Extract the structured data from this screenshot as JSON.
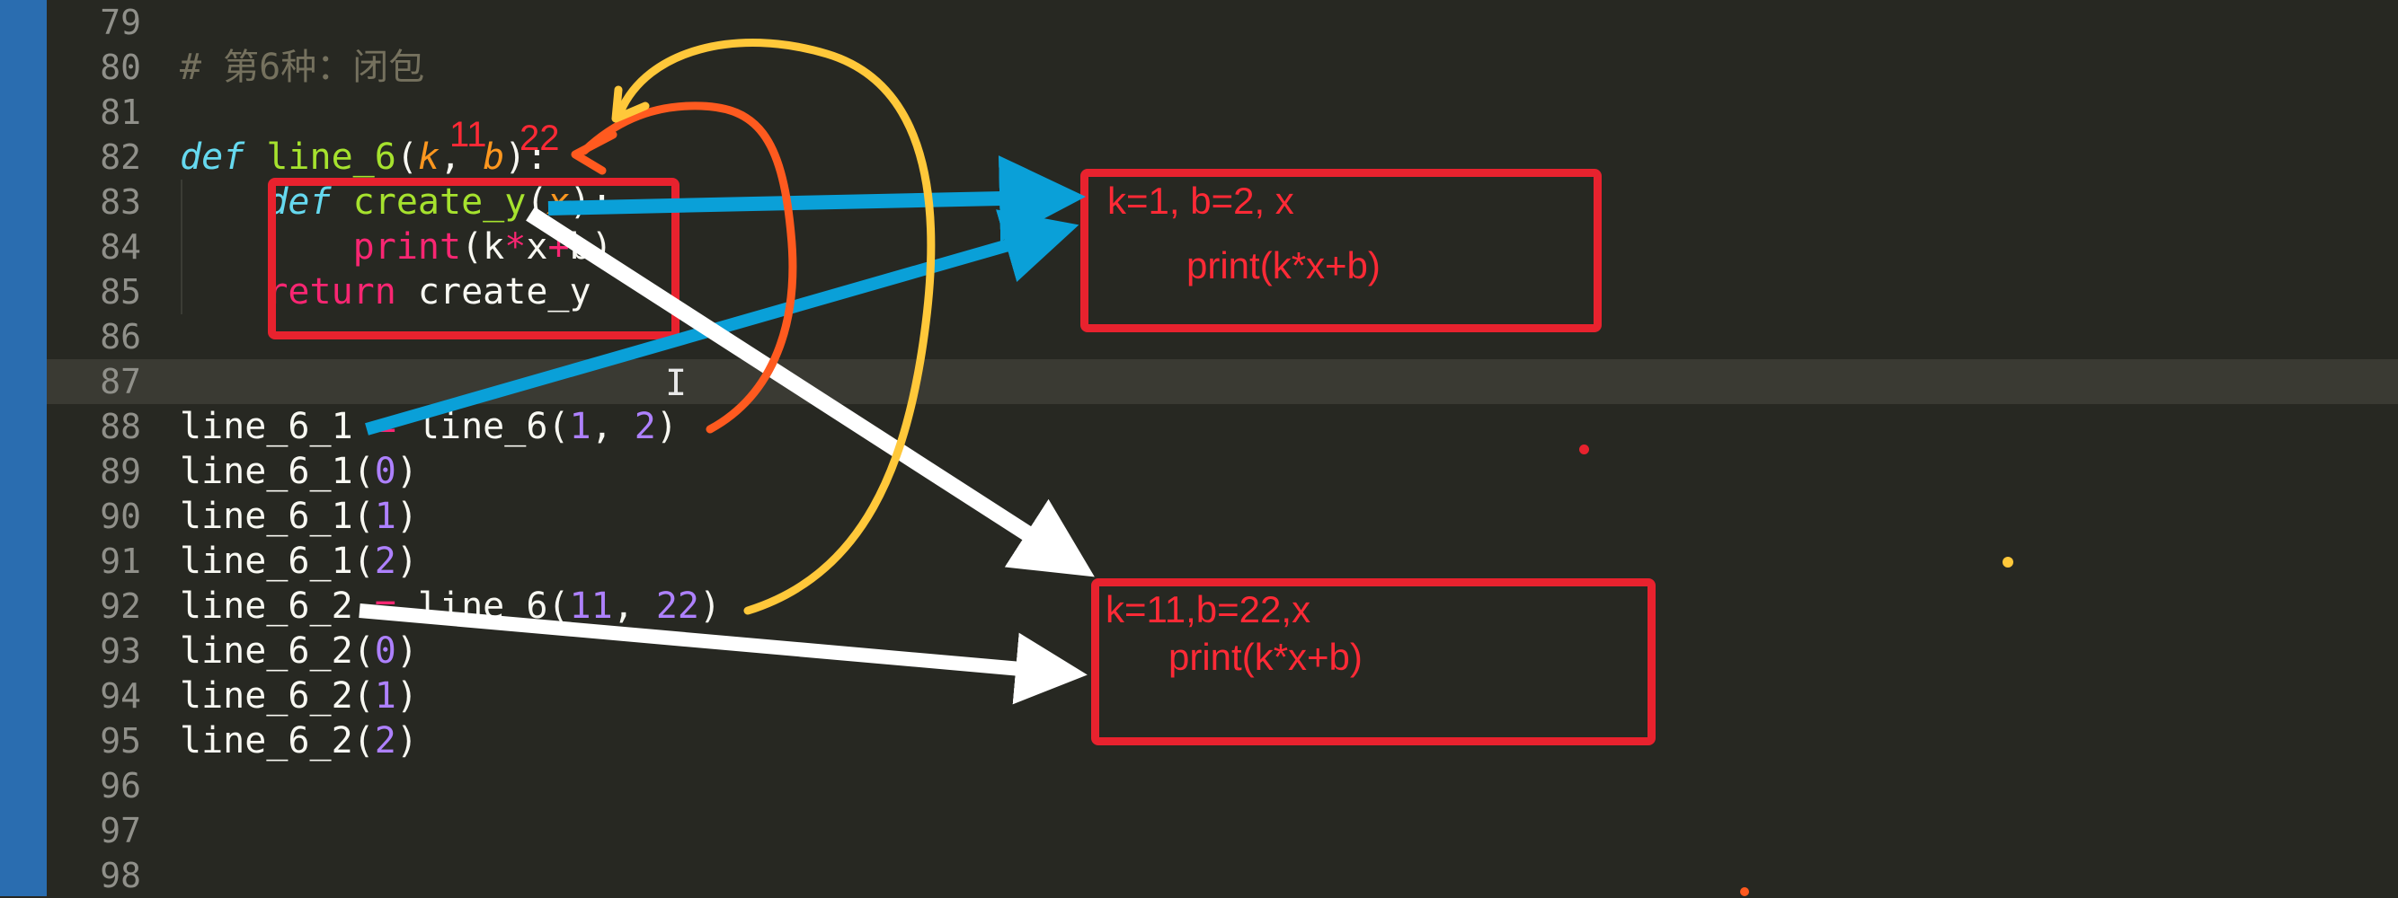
{
  "editor": {
    "line_numbers": [
      "79",
      "80",
      "81",
      "82",
      "83",
      "84",
      "85",
      "86",
      "87",
      "88",
      "89",
      "90",
      "91",
      "92",
      "93",
      "94",
      "95",
      "96",
      "97",
      "98"
    ],
    "code": {
      "l80_comment": "# 第6种：闭包",
      "l82_def": "def",
      "l82_name": "line_6",
      "l82_open": "(",
      "l82_k": "k",
      "l82_comma": ", ",
      "l82_b": "b",
      "l82_close": "):",
      "l83_def": "def",
      "l83_name": "create_y",
      "l83_open": "(",
      "l83_x": "x",
      "l83_close": "):",
      "l84_print": "print",
      "l84_open": "(k",
      "l84_star": "*",
      "l84_x": "x",
      "l84_plus": "+",
      "l84_rest": "b)",
      "l85_return": "return",
      "l85_rest": " create_y",
      "l88_lhs": "line_6_1 ",
      "l88_eq": "=",
      "l88_call": " line_6(",
      "l88_a1": "1",
      "l88_sep": ", ",
      "l88_a2": "2",
      "l88_end": ")",
      "l89_fn": "line_6_1(",
      "l89_arg": "0",
      "l89_end": ")",
      "l90_fn": "line_6_1(",
      "l90_arg": "1",
      "l90_end": ")",
      "l91_fn": "line_6_1(",
      "l91_arg": "2",
      "l91_end": ")",
      "l92_lhs": "line_6_2 ",
      "l92_eq": "=",
      "l92_call": " line_6(",
      "l92_a1": "11",
      "l92_sep": ", ",
      "l92_a2": "22",
      "l92_end": ")",
      "l93_fn": "line_6_2(",
      "l93_arg": "0",
      "l93_end": ")",
      "l94_fn": "line_6_2(",
      "l94_arg": "1",
      "l94_end": ")",
      "l95_fn": "line_6_2(",
      "l95_arg": "2",
      "l95_end": ")"
    }
  },
  "annotations": {
    "above_k": "11",
    "above_b": "22",
    "box1_line1": "k=1, b=2, x",
    "box1_line2": "print(k*x+b)",
    "box2_line1": "k=11,b=22,x",
    "box2_line2": "print(k*x+b)",
    "colors": {
      "box_red": "#e8222e",
      "arrow_blue": "#0aa0d8",
      "arrow_white": "#ffffff",
      "arrow_orange": "#ff5a1f",
      "arrow_yellow": "#ffc83a"
    }
  },
  "icons": {
    "text_cursor": "I"
  }
}
